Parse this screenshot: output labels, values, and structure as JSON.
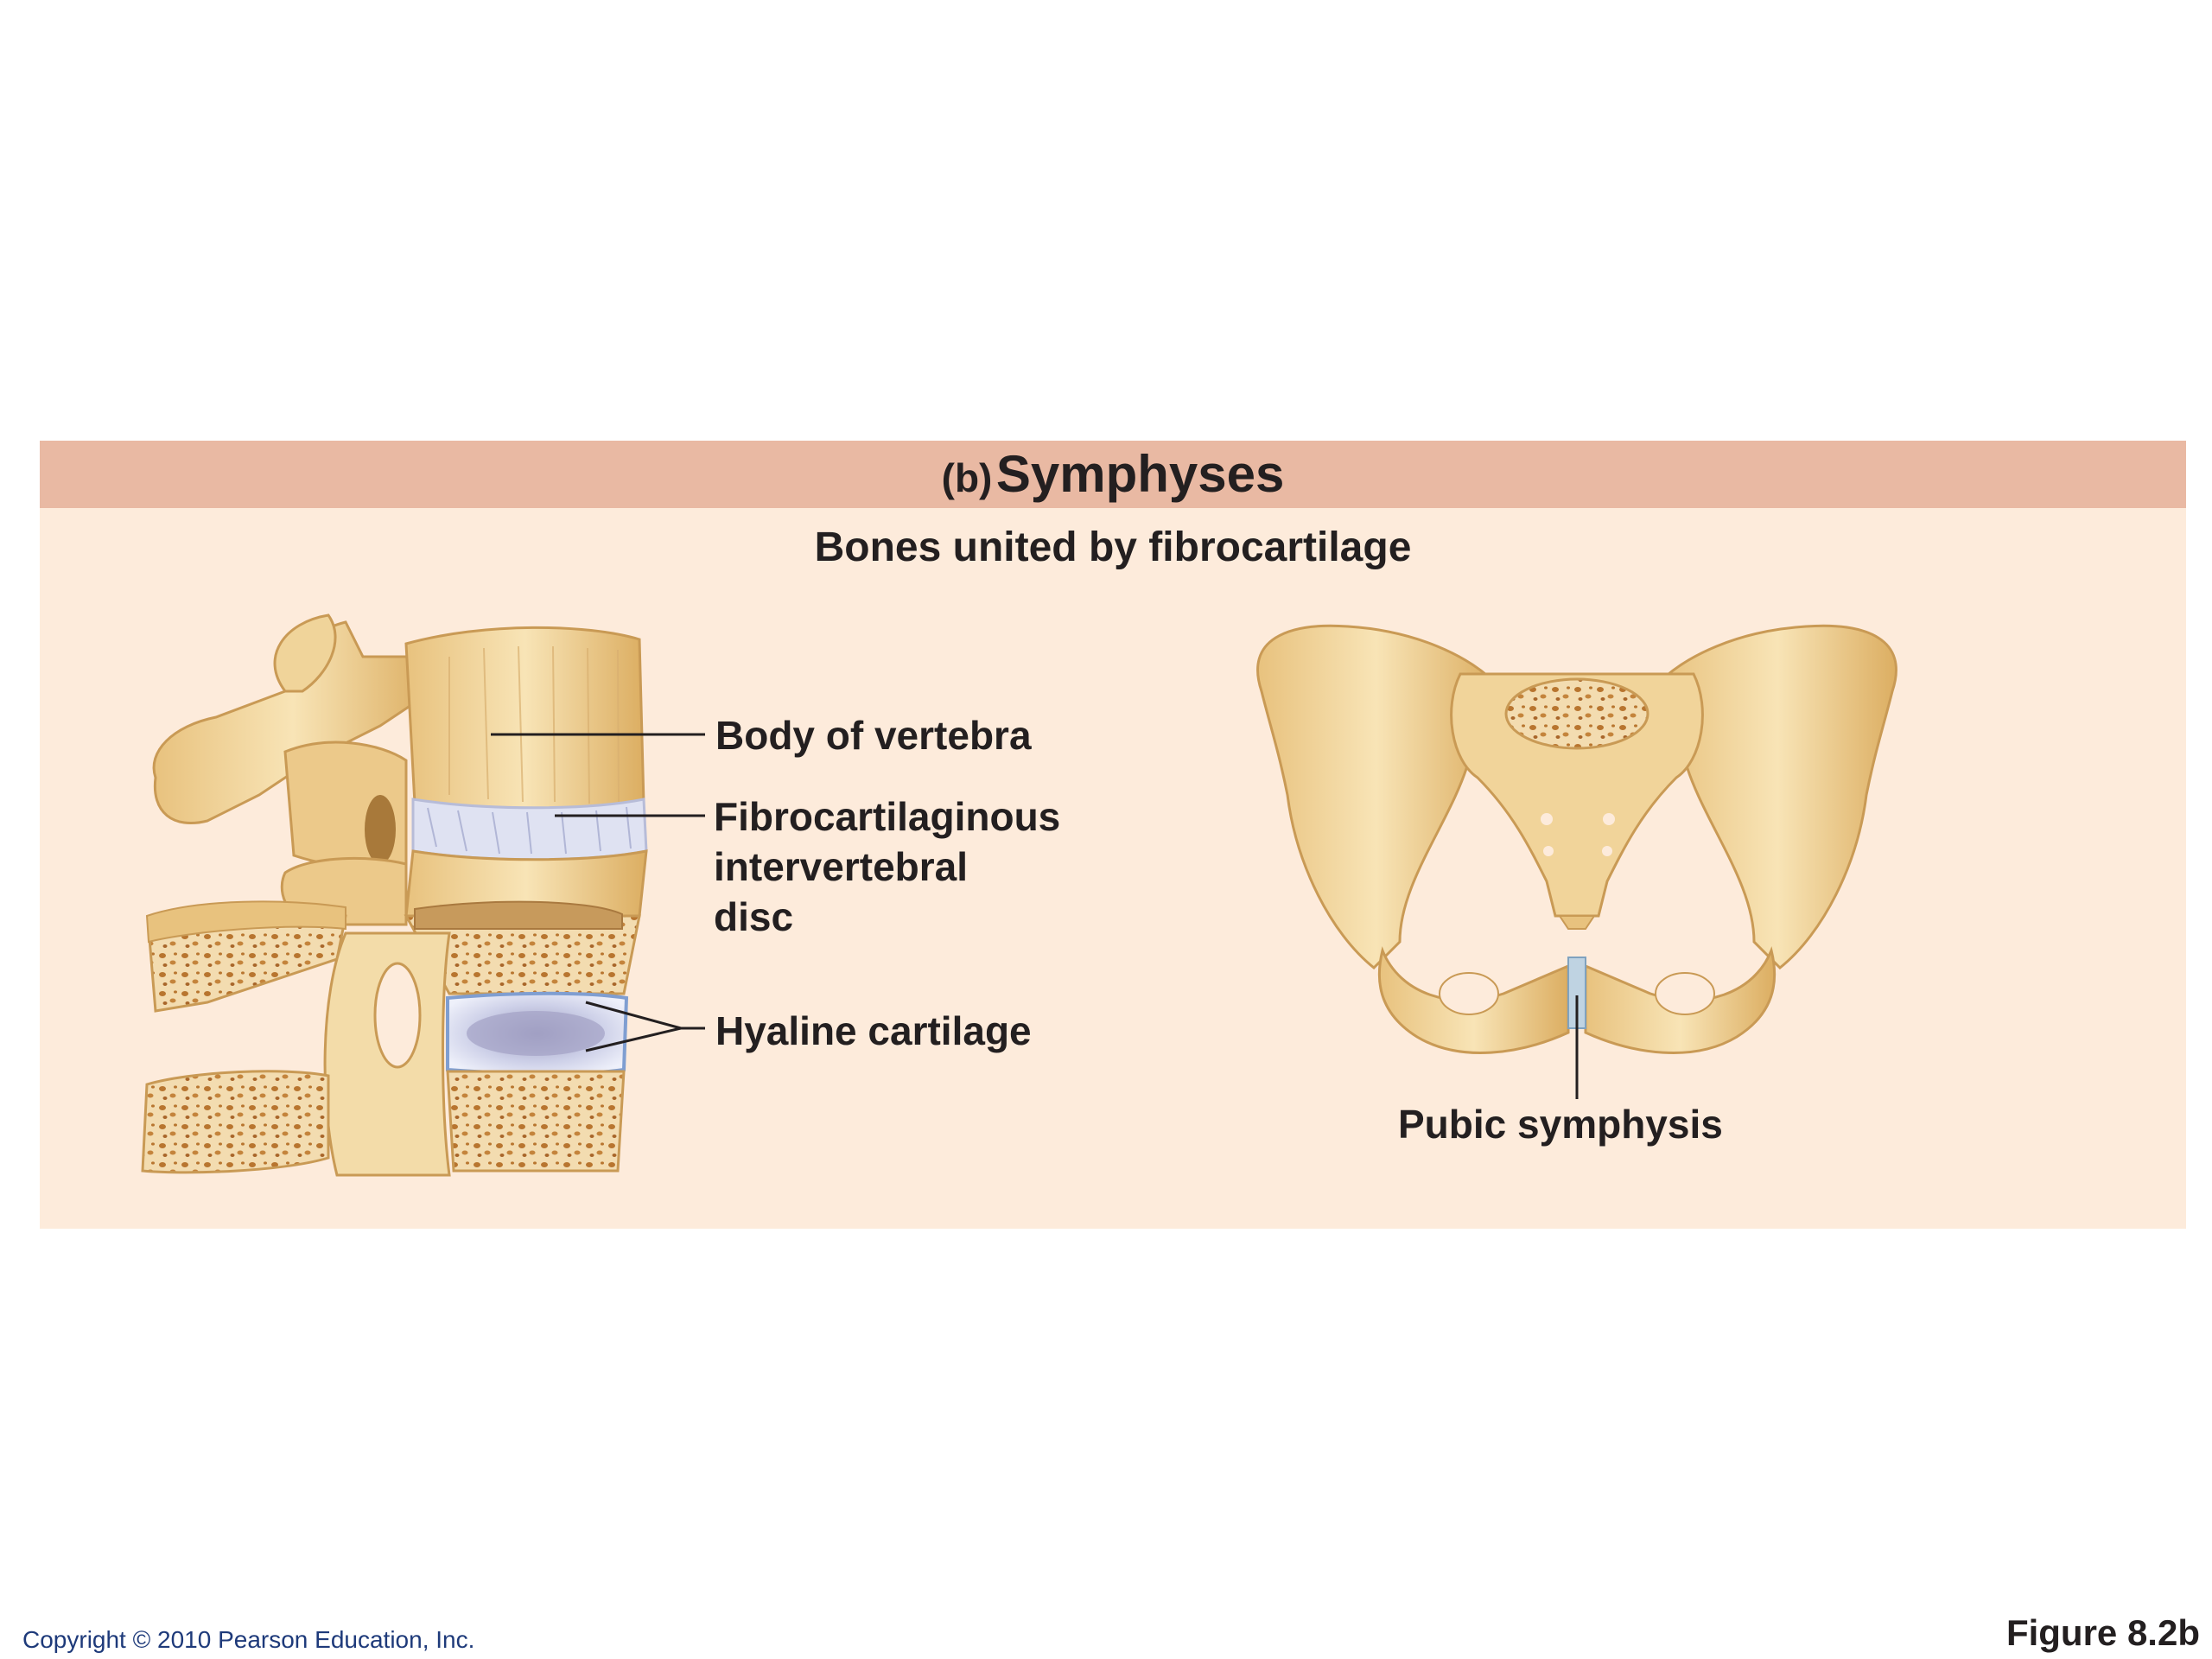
{
  "panel": {
    "letter": "(b)",
    "title": "Symphyses",
    "subtitle": "Bones united by fibrocartilage"
  },
  "labels": {
    "body_of_vertebra": "Body of vertebra",
    "intervertebral_disc": "Fibrocartilaginous\nintervertebral\ndisc",
    "hyaline_cartilage": "Hyaline cartilage",
    "pubic_symphysis": "Pubic symphysis"
  },
  "footer": {
    "copyright": "Copyright © 2010 Pearson Education, Inc.",
    "figure": "Figure 8.2b"
  },
  "colors": {
    "header_bar": "#e9b9a3",
    "panel_bg": "#fdebdb",
    "bone": "#f1d49a",
    "cartilage": "#c9cfe6"
  }
}
